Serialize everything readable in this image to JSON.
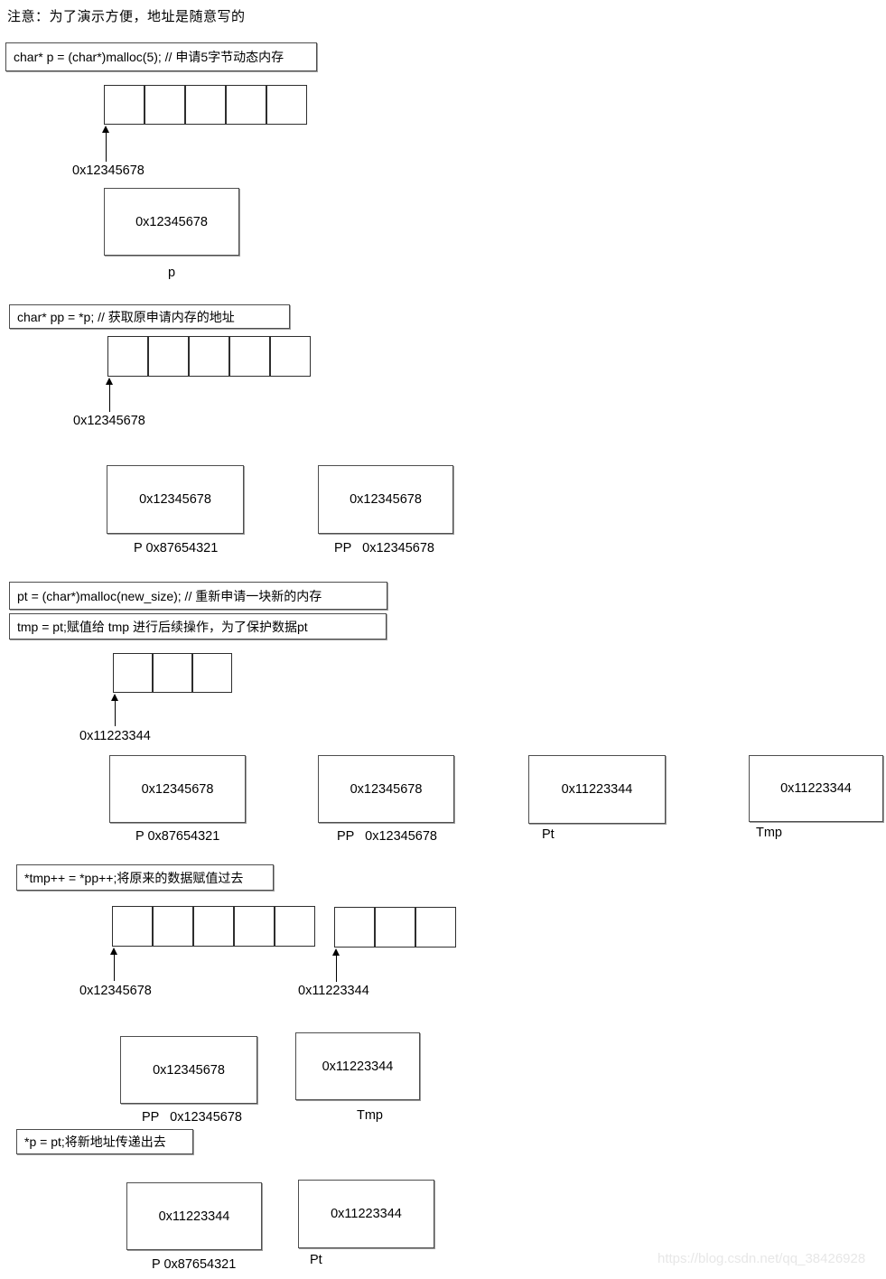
{
  "page": {
    "title": "注意：为了演示方便，地址是随意写的",
    "watermark": "https://blog.csdn.net/qq_38426928"
  },
  "colors": {
    "box_border": "#4e4e4e",
    "cell_border": "#2e2e2e",
    "arrow": "#000000",
    "watermark_text": "#e7e7e7"
  },
  "addresses": {
    "old_block": "0x12345678",
    "new_block": "0x11223344",
    "p_location": "0x87654321"
  },
  "step1": {
    "code": "char* p = (char*)malloc(5); // 申请5字节动态内存",
    "array": {
      "cells": 5,
      "address": "0x12345678"
    },
    "p_box": {
      "value": "0x12345678",
      "label": "p"
    }
  },
  "step2": {
    "code": "char* pp = *p; // 获取原申请内存的地址",
    "array": {
      "cells": 5,
      "address": "0x12345678"
    },
    "p_box": {
      "value": "0x12345678",
      "label": "P 0x87654321"
    },
    "pp_box": {
      "value": "0x12345678",
      "label": "PP   0x12345678"
    }
  },
  "step3": {
    "code1": "pt = (char*)malloc(new_size); // 重新申请一块新的内存",
    "code2": "tmp = pt;赋值给 tmp 进行后续操作，为了保护数据pt",
    "array": {
      "cells": 3,
      "address": "0x11223344"
    },
    "p_box": {
      "value": "0x12345678",
      "label": "P 0x87654321"
    },
    "pp_box": {
      "value": "0x12345678",
      "label": "PP   0x12345678"
    },
    "pt_box": {
      "value": "0x11223344",
      "label": "Pt"
    },
    "tmp_box": {
      "value": "0x11223344",
      "label": "Tmp"
    }
  },
  "step4": {
    "code": "*tmp++ = *pp++;将原来的数据赋值过去",
    "array_old": {
      "cells": 5,
      "address": "0x12345678"
    },
    "array_new": {
      "cells": 3,
      "address": "0x11223344"
    },
    "pp_box": {
      "value": "0x12345678",
      "label": "PP   0x12345678"
    },
    "tmp_box": {
      "value": "0x11223344",
      "label": "Tmp"
    }
  },
  "step5": {
    "code": "*p = pt;将新地址传递出去",
    "p_box": {
      "value": "0x11223344",
      "label": "P 0x87654321"
    },
    "pt_box": {
      "value": "0x11223344",
      "label": "Pt"
    }
  }
}
